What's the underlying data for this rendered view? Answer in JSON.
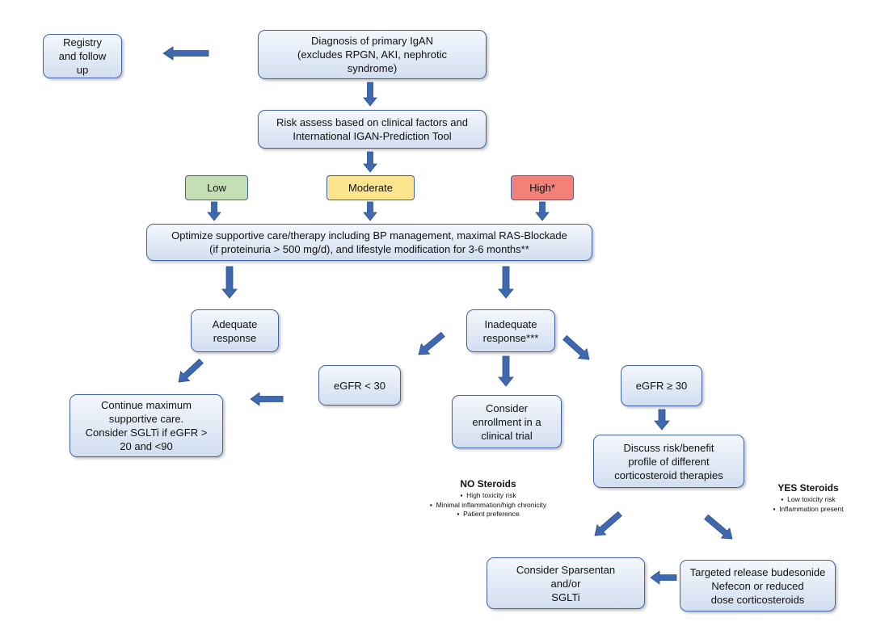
{
  "flowchart": {
    "nodes": {
      "registry": "Registry\nand follow\nup",
      "diagnosis": "Diagnosis of primary IgAN\n(excludes RPGN,  AKI, nephrotic\nsyndrome)",
      "risk_assess": "Risk assess based on clinical factors and\nInternational IGAN-Prediction Tool",
      "optimize": "Optimize supportive care/therapy including BP management, maximal RAS-Blockade\n(if proteinuria > 500 mg/d), and lifestyle modification for 3-6 months**",
      "adequate": "Adequate\nresponse",
      "inadequate": "Inadequate\nresponse***",
      "continue_care": "Continue maximum\nsupportive care.\nConsider SGLTi if eGFR >\n20 and <90",
      "egfr_low": "eGFR < 30",
      "clinical_trial": "Consider\nenrollment in a\nclinical trial",
      "egfr_high": "eGFR ≥ 30",
      "discuss_risk": "Discuss risk/benefit\nprofile of different\ncorticosteroid therapies",
      "sparsentan": "Consider Sparsentan\nand/or\nSGLTi",
      "budesonide": "Targeted release budesonide\nNefecon or reduced\ndose corticosteroids"
    },
    "risk_levels": [
      {
        "label": "Low",
        "color": "#c5dfb4"
      },
      {
        "label": "Moderate",
        "color": "#fde48e"
      },
      {
        "label": "High*",
        "color": "#f4807a"
      }
    ],
    "no_steroids": {
      "heading": "NO Steroids",
      "items": [
        "High toxicity risk",
        "Minimal inflammation/high chronicity",
        "Patient preference"
      ]
    },
    "yes_steroids": {
      "heading": "YES Steroids",
      "items": [
        "Low toxicity risk",
        "Inflammation present"
      ]
    },
    "colors": {
      "box_border": "#3f63a6",
      "box_fill": "#d2def0",
      "arrow": "#3e68b0"
    }
  }
}
